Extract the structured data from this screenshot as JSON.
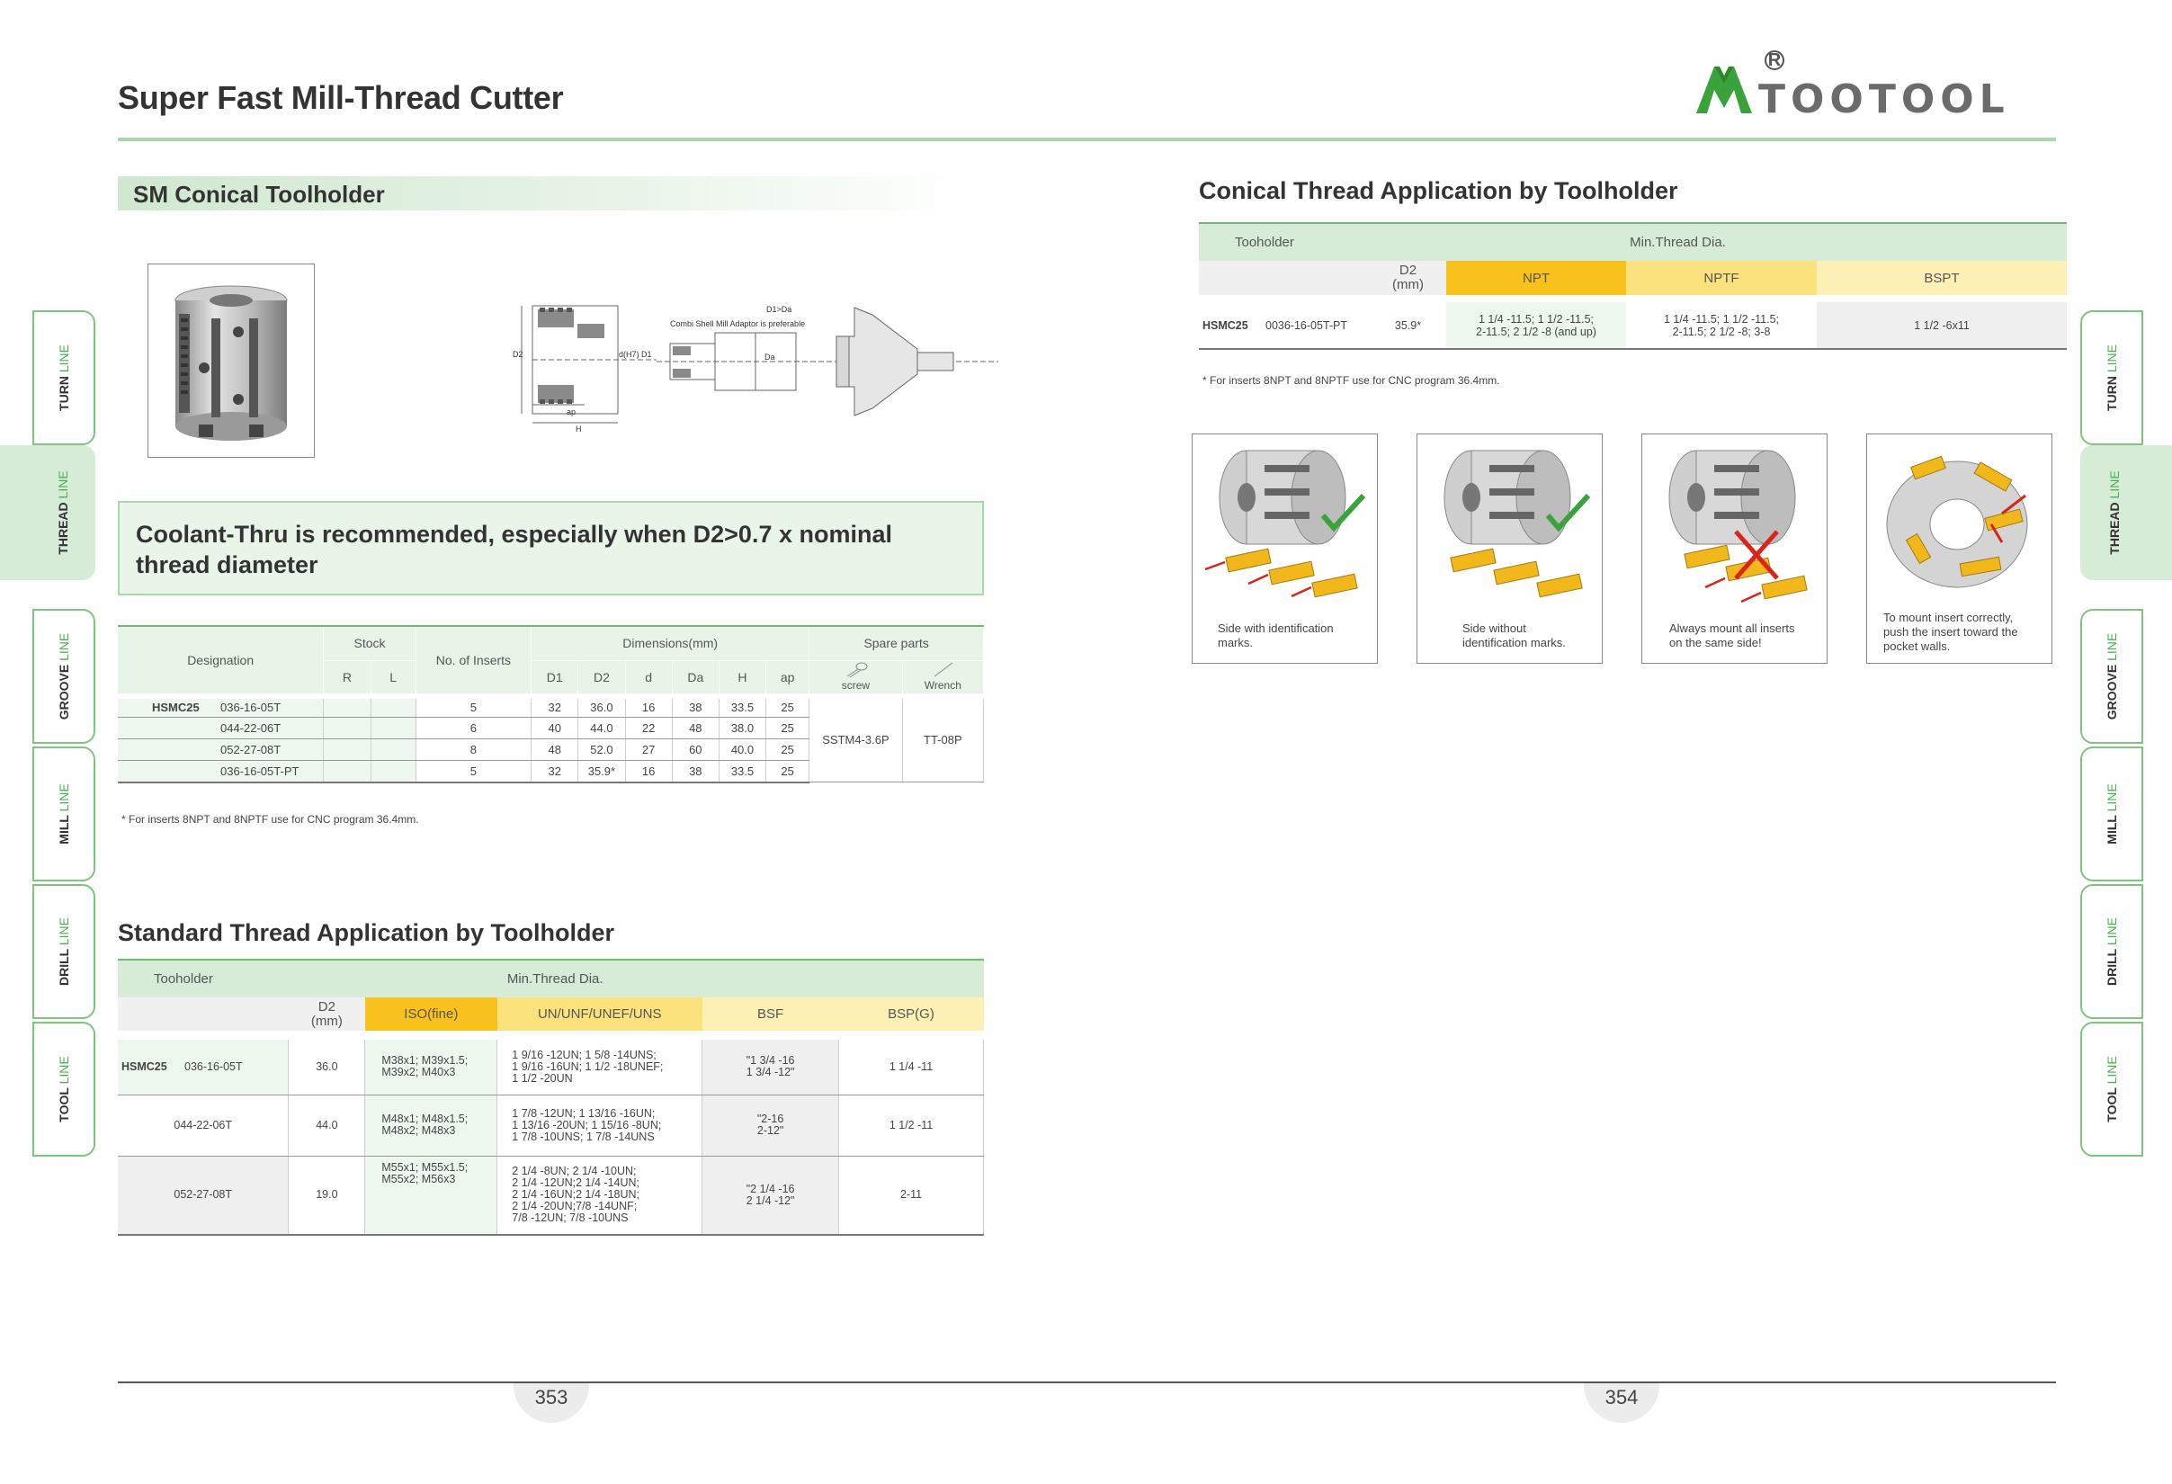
{
  "header": {
    "title": "Super Fast Mill-Thread Cutter",
    "logo_text": "TOOTOOL",
    "logo_reg": "R"
  },
  "side_tabs": [
    {
      "prefix": "TURN",
      "suffix": "LINE"
    },
    {
      "prefix": "THREAD",
      "suffix": "LINE"
    },
    {
      "prefix": "GROOVE",
      "suffix": "LINE"
    },
    {
      "prefix": "MILL",
      "suffix": "LINE"
    },
    {
      "prefix": "DRILL",
      "suffix": "LINE"
    },
    {
      "prefix": "TOOL",
      "suffix": "LINE"
    }
  ],
  "left": {
    "section_title": "SM Conical Toolholder",
    "diagram_labels": {
      "d1_da": "D1>Da",
      "adaptor": "Combi Shell Mill Adaptor is preferable",
      "d2": "D2",
      "dh7": "d(H7) D1",
      "da": "Da",
      "ap": "ap",
      "h": "H"
    },
    "note": "Coolant-Thru is recommended, especially when D2>0.7 x nominal thread diameter",
    "spec_table": {
      "h_designation": "Designation",
      "h_stock": "Stock",
      "h_r": "R",
      "h_l": "L",
      "h_inserts": "No. of Inserts",
      "h_dimensions": "Dimensions(mm)",
      "h_d1": "D1",
      "h_d2": "D2",
      "h_d": "d",
      "h_da": "Da",
      "h_h": "H",
      "h_ap": "ap",
      "h_spare": "Spare parts",
      "h_screw": "screw",
      "h_wrench": "Wrench",
      "series": "HSMC25",
      "screw": "SSTM4-3.6P",
      "wrench": "TT-08P",
      "rows": [
        {
          "code": "036-16-05T",
          "inserts": "5",
          "d1": "32",
          "d2": "36.0",
          "d": "16",
          "da": "38",
          "h": "33.5",
          "ap": "25"
        },
        {
          "code": "044-22-06T",
          "inserts": "6",
          "d1": "40",
          "d2": "44.0",
          "d": "22",
          "da": "48",
          "h": "38.0",
          "ap": "25"
        },
        {
          "code": "052-27-08T",
          "inserts": "8",
          "d1": "48",
          "d2": "52.0",
          "d": "27",
          "da": "60",
          "h": "40.0",
          "ap": "25"
        },
        {
          "code": "036-16-05T-PT",
          "inserts": "5",
          "d1": "32",
          "d2": "35.9*",
          "d": "16",
          "da": "38",
          "h": "33.5",
          "ap": "25"
        }
      ],
      "footnote": "* For inserts 8NPT and 8NPTF use for CNC program 36.4mm."
    },
    "std_title": "Standard Thread Application by Toolholder",
    "std_table": {
      "h_toolholder": "Tooholder",
      "h_min": "Min.Thread Dia.",
      "h_d2": "D2",
      "h_d2_unit": "(mm)",
      "h_iso": "ISO(fine)",
      "h_un": "UN/UNF/UNEF/UNS",
      "h_bsf": "BSF",
      "h_bsp": "BSP(G)",
      "series": "HSMC25",
      "rows": [
        {
          "code": "036-16-05T",
          "d2": "36.0",
          "iso": [
            "M38x1; M39x1.5;",
            "M39x2; M40x3"
          ],
          "un": [
            "1 9/16 -12UN; 1 5/8 -14UNS;",
            "1 9/16 -16UN; 1 1/2 -18UNEF;",
            "1 1/2 -20UN"
          ],
          "bsf": [
            "\"1 3/4 -16",
            "1 3/4 -12\""
          ],
          "bsp": "1 1/4 -11"
        },
        {
          "code": "044-22-06T",
          "d2": "44.0",
          "iso": [
            "M48x1; M48x1.5;",
            "M48x2; M48x3"
          ],
          "un": [
            "1 7/8 -12UN; 1 13/16 -16UN;",
            "1 13/16 -20UN; 1 15/16 -8UN;",
            "1 7/8 -10UNS; 1 7/8 -14UNS"
          ],
          "bsf": [
            "\"2-16",
            "2-12\""
          ],
          "bsp": "1 1/2 -11"
        },
        {
          "code": "052-27-08T",
          "d2": "19.0",
          "iso": [
            "M55x1; M55x1.5;",
            "M55x2; M56x3"
          ],
          "un": [
            "2 1/4 -8UN; 2 1/4 -10UN;",
            "2 1/4 -12UN;2 1/4 -14UN;",
            "2 1/4 -16UN;2 1/4 -18UN;",
            "2 1/4 -20UN;7/8 -14UNF;",
            "7/8 -12UN; 7/8 -10UNS"
          ],
          "bsf": [
            "\"2 1/4 -16",
            "2 1/4 -12\""
          ],
          "bsp": "2-11"
        }
      ]
    },
    "page_number": "353"
  },
  "right": {
    "con_title": "Conical Thread Application by Toolholder",
    "con_table": {
      "h_toolholder": "Tooholder",
      "h_min": "Min.Thread Dia.",
      "h_d2": "D2",
      "h_d2_unit": "(mm)",
      "h_npt": "NPT",
      "h_nptf": "NPTF",
      "h_bspt": "BSPT",
      "series": "HSMC25",
      "code": "0036-16-05T-PT",
      "d2": "35.9*",
      "npt": [
        "1 1/4 -11.5; 1 1/2 -11.5;",
        "2-11.5; 2 1/2 -8 (and up)"
      ],
      "nptf": [
        "1 1/4 -11.5; 1 1/2 -11.5;",
        "2-11.5; 2 1/2 -8; 3-8"
      ],
      "bspt": "1 1/2 -6x11",
      "footnote": "* For inserts 8NPT and 8NPTF use for CNC program 36.4mm."
    },
    "insert_panels": [
      {
        "caption": [
          "Side with identification",
          "marks."
        ],
        "status": "correct"
      },
      {
        "caption": [
          "Side without",
          "identification marks."
        ],
        "status": "correct"
      },
      {
        "caption": [
          "Always mount all inserts",
          "on the same side!"
        ],
        "status": "wrong"
      },
      {
        "caption": [
          "To mount insert correctly,",
          "push the insert toward the",
          "pocket walls."
        ],
        "status": "info"
      }
    ],
    "page_number": "354"
  },
  "colors": {
    "accent_green": "#4caf50",
    "light_green": "#d7ecd7",
    "yellow_npt": "#f7c21d",
    "yellow_light": "#fbe27c",
    "insert_yellow": "#f2b81b",
    "check_green": "#3aa23a",
    "cross_red": "#d9241c"
  }
}
